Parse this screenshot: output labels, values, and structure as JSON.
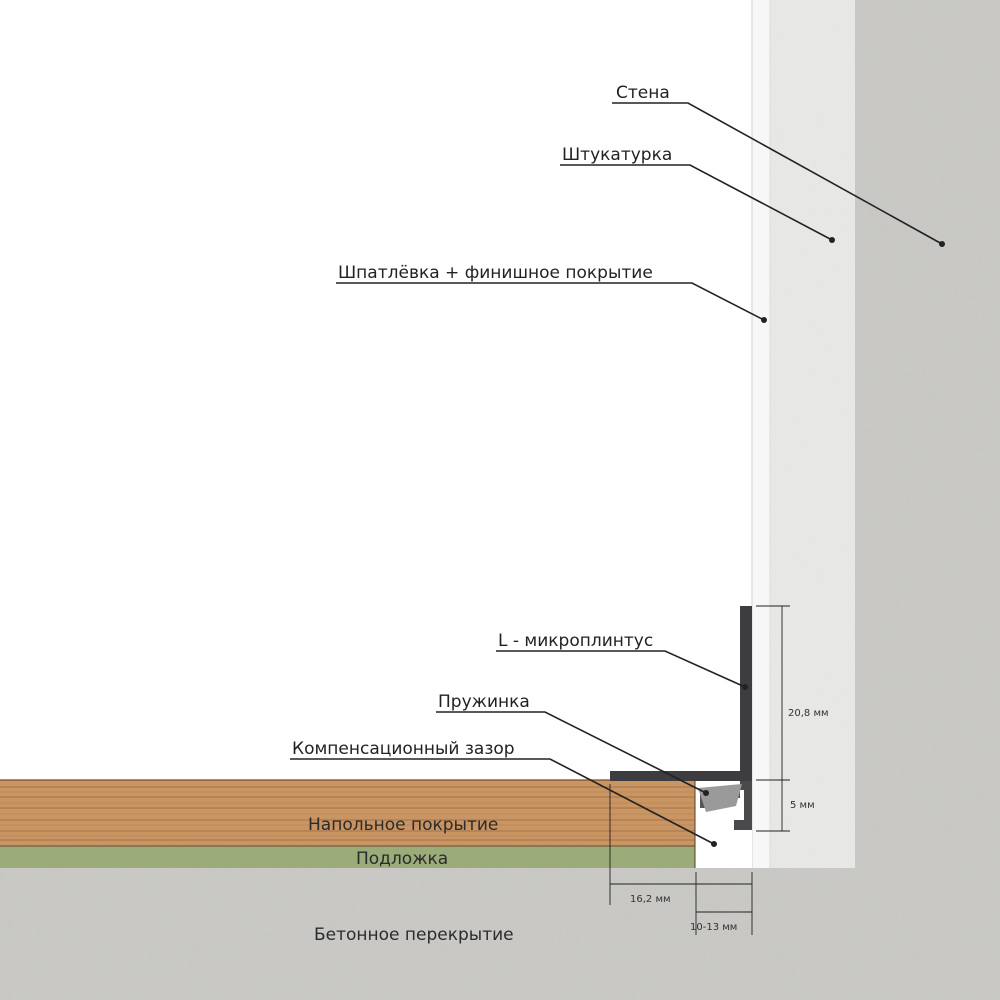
{
  "labels": {
    "wall": "Стена",
    "plaster": "Штукатурка",
    "putty": "Шпатлёвка + финишное покрытие",
    "micro_skirting": "L - микроплинтус",
    "spring": "Пружинка",
    "expansion_gap": "Компенсационный зазор",
    "flooring": "Напольное покрытие",
    "underlay": "Подложка",
    "concrete_slab": "Бетонное перекрытие"
  },
  "dimensions": {
    "profile_height": "20,8 мм",
    "base_height": "5 мм",
    "base_width": "16,2 мм",
    "gap_width": "10-13 мм"
  },
  "colors": {
    "concrete": "#c9c8c4",
    "plaster": "#ebebea",
    "putty": "#f7f7f7",
    "wood": "#c89563",
    "underlay": "#9aaa78",
    "profile": "#3d3d3f",
    "spring": "#9a9a9a"
  }
}
